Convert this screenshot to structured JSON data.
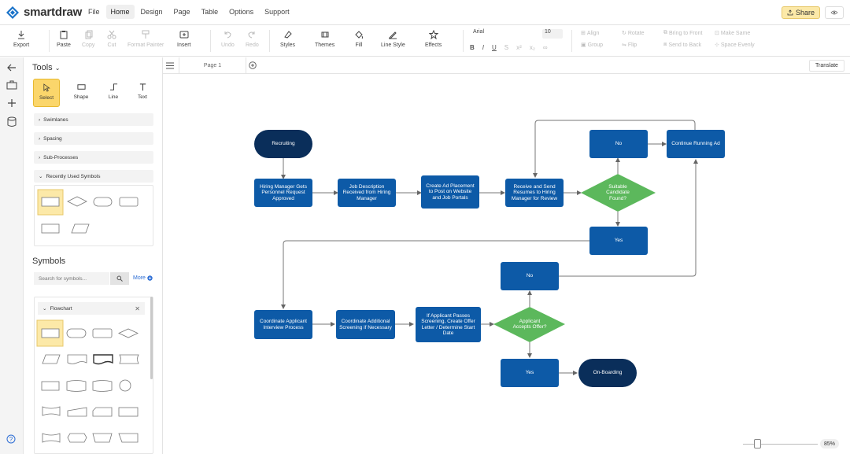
{
  "app": {
    "name": "smartdraw"
  },
  "menu": [
    "File",
    "Home",
    "Design",
    "Page",
    "Table",
    "Options",
    "Support"
  ],
  "menu_active": "Home",
  "share_label": "Share",
  "ribbon": {
    "export": "Export",
    "paste": "Paste",
    "copy": "Copy",
    "cut": "Cut",
    "format_painter": "Format Painter",
    "insert": "Insert",
    "undo": "Undo",
    "redo": "Redo",
    "styles": "Styles",
    "themes": "Themes",
    "fill": "Fill",
    "line_style": "Line Style",
    "effects": "Effects",
    "font": "Arial",
    "font_size": "10",
    "align": "Align",
    "rotate": "Rotate",
    "bring_to_front": "Bring to Front",
    "make_same": "Make Same",
    "group": "Group",
    "flip": "Flip",
    "send_to_back": "Send to Back",
    "space_evenly": "Space Evenly"
  },
  "panel": {
    "tools_title": "Tools",
    "tools": [
      "Select",
      "Shape",
      "Line",
      "Text"
    ],
    "sections": [
      "Swimlanes",
      "Spacing",
      "Sub-Processes",
      "Recently Used Symbols"
    ],
    "symbols_title": "Symbols",
    "search_placeholder": "Search for symbols...",
    "more": "More",
    "library": "Flowchart"
  },
  "tabs": {
    "page": "Page 1",
    "translate": "Translate"
  },
  "diagram": {
    "recruiting": "Recruiting",
    "hiring_manager": "Hiring Manager Gets Personnel Request Approved",
    "job_description": "Job Description Received from Hiring Manager",
    "create_ad": "Create Ad Placement to Post on Website and Job Portals",
    "receive_resumes": "Receive and Send Resumes to Hiring Manager for Review",
    "suitable": "Suitable Candidate Found?",
    "no_top": "No",
    "continue_ad": "Continue Running Ad",
    "yes_mid": "Yes",
    "coordinate_interview": "Coordinate Applicant Interview Process",
    "coordinate_screening": "Coordinate Additional Screening if Necessary",
    "if_passes": "If Applicant Passes Screening, Create Offer Letter / Determine Start Date",
    "accepts": "Applicant Accepts Offer?",
    "no_bottom": "No",
    "yes_bottom": "Yes",
    "onboarding": "On-Boarding"
  },
  "zoom": "85%",
  "colors": {
    "process": "#0d5aa7",
    "terminator": "#0a2e5a",
    "decision": "#5cb85c",
    "accent": "#fbd66b"
  }
}
